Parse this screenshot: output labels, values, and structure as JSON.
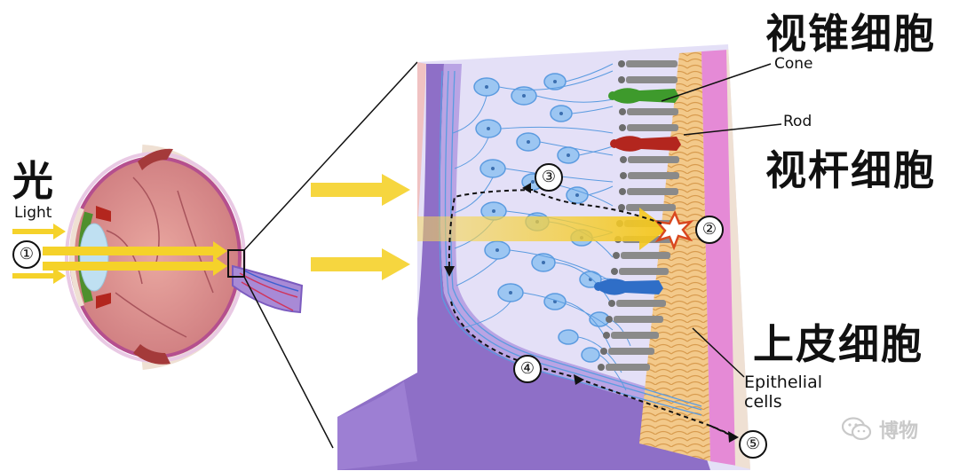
{
  "labels": {
    "light_zh": "光",
    "light_en": "Light",
    "cone_zh": "视锥细胞",
    "cone_en": "Cone",
    "rod_en": "Rod",
    "rod_zh": "视杆细胞",
    "epithelial_zh": "上皮细胞",
    "epithelial_en_1": "Epithelial",
    "epithelial_en_2": "cells"
  },
  "steps": [
    "①",
    "②",
    "③",
    "④",
    "⑤"
  ],
  "watermark": {
    "text": "博物",
    "icon": "wechat-icon"
  },
  "colors": {
    "light_arrow": "#f5d22a",
    "neuron": "#5b9be0",
    "neuron_fill": "#9cc6f2",
    "retina_bg": "#e4e0f7",
    "epithelium": "#f1c27d",
    "choroid": "#e58ad6",
    "sclera": "#efe0d3",
    "cone_green": "#3e9a2c",
    "rod_red": "#b3261e",
    "cone_blue": "#2f6ec7",
    "photoreceptor_gray": "#8a8a8a",
    "eye_body": "#d98a8a",
    "eye_outline": "#b54f8e"
  }
}
